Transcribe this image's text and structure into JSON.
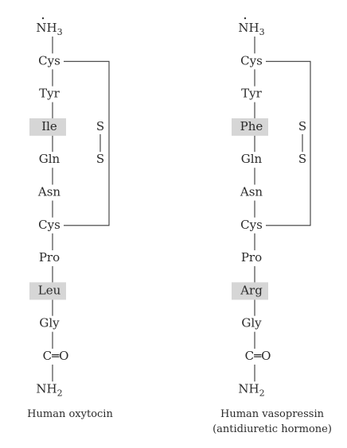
{
  "highlight_color": "#d6d6d6",
  "peptides": [
    {
      "residues": [
        "NH3",
        "Cys",
        "Tyr",
        "Ile",
        "Gln",
        "Asn",
        "Cys",
        "Pro",
        "Leu",
        "Gly",
        "C=O",
        "NH2"
      ],
      "highlighted": [
        "Ile",
        "Leu"
      ],
      "disulfide_label": [
        "S",
        "S"
      ],
      "caption": [
        "Human oxytocin"
      ]
    },
    {
      "residues": [
        "NH3",
        "Cys",
        "Tyr",
        "Phe",
        "Gln",
        "Asn",
        "Cys",
        "Pro",
        "Arg",
        "Gly",
        "C=O",
        "NH2"
      ],
      "highlighted": [
        "Phe",
        "Arg"
      ],
      "disulfide_label": [
        "S",
        "S"
      ],
      "caption": [
        "Human vasopressin",
        "(antidiuretic hormone)"
      ]
    }
  ]
}
